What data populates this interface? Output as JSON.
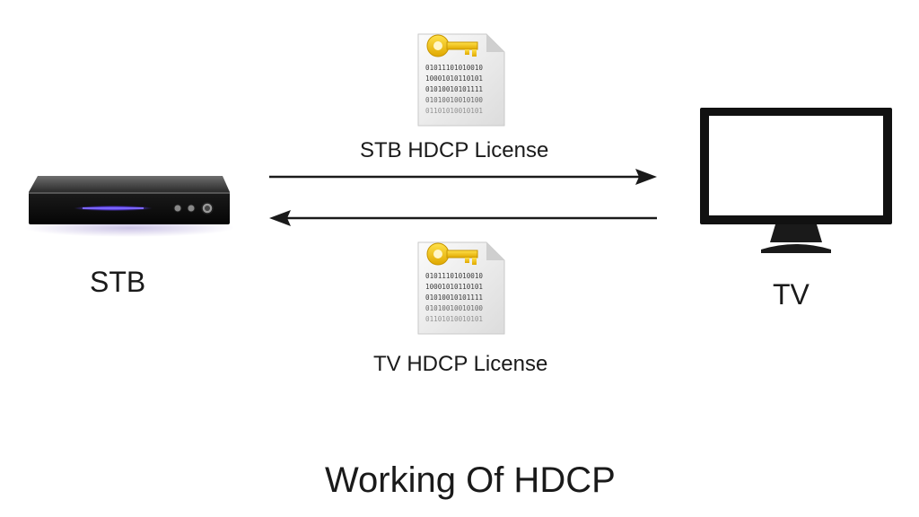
{
  "diagram": {
    "title": "Working Of HDCP",
    "stb": {
      "label": "STB"
    },
    "tv": {
      "label": "TV"
    },
    "top_license": {
      "label": "STB HDCP License",
      "code_lines": [
        "01011101010010",
        "10001010110101",
        "01010010101111",
        "01010010010100",
        "01101010010101"
      ]
    },
    "bottom_license": {
      "label": "TV HDCP License",
      "code_lines": [
        "01011101010010",
        "10001010110101",
        "01010010101111",
        "01010010010100",
        "01101010010101"
      ]
    },
    "arrows": [
      {
        "from": "STB",
        "to": "TV"
      },
      {
        "from": "TV",
        "to": "STB"
      }
    ],
    "colors": {
      "key": "#f2c200",
      "device": "#1a1a1a",
      "stb_light": "#6b4cff",
      "text": "#1a1a1a"
    },
    "icons": [
      "set-top-box-icon",
      "tv-monitor-icon",
      "key-icon",
      "document-icon",
      "arrow-right-icon",
      "arrow-left-icon"
    ]
  }
}
